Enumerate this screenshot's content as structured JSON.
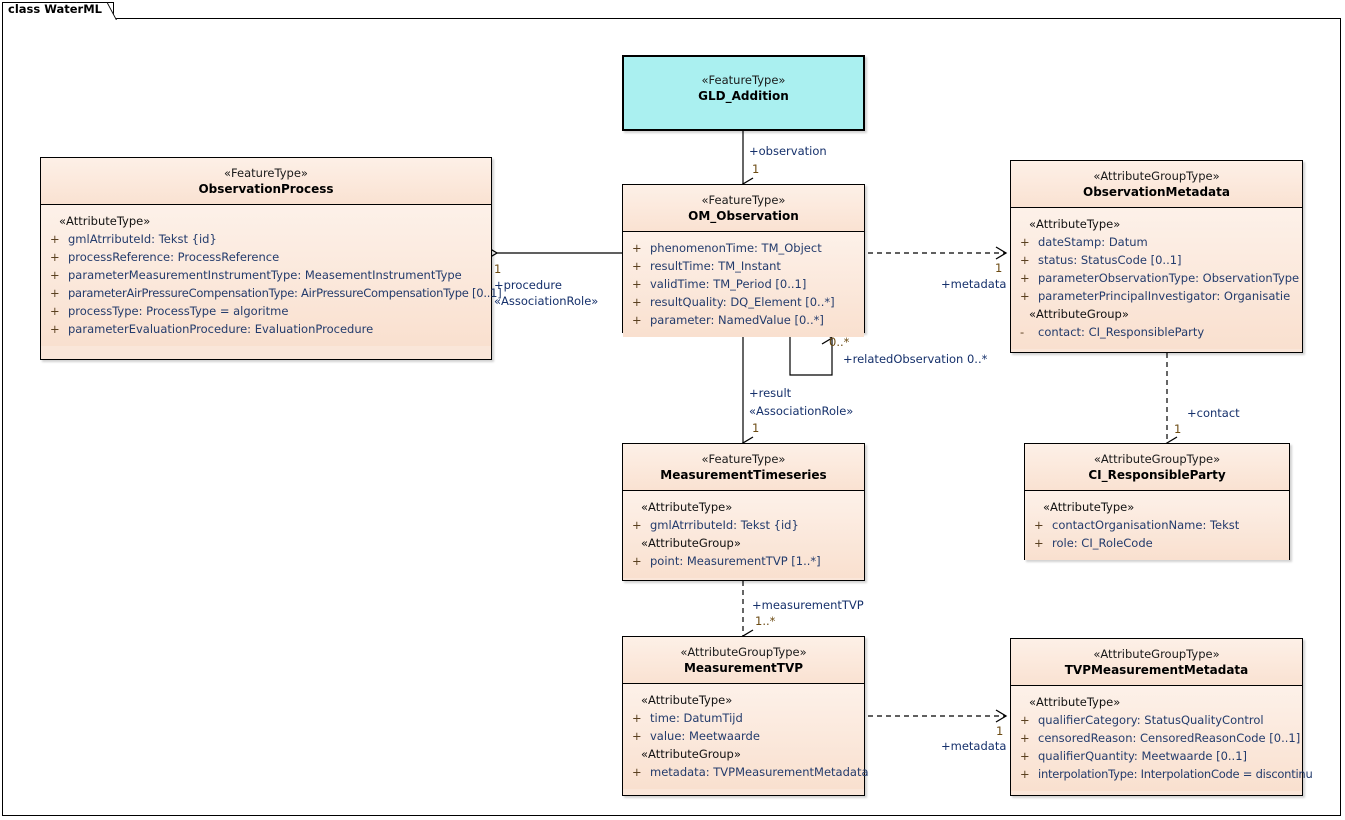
{
  "diagram": {
    "title": "class WaterML"
  },
  "classes": [
    {
      "id": "gld_addition",
      "stereotype": "«FeatureType»",
      "name": "GLD_Addition",
      "groups": []
    },
    {
      "id": "observation_process",
      "stereotype": "«FeatureType»",
      "name": "ObservationProcess",
      "groups": [
        {
          "label": "«AttributeType»",
          "attributes": [
            {
              "vis": "+",
              "text": "gmlAtrributeId: Tekst {id}"
            },
            {
              "vis": "+",
              "text": "processReference: ProcessReference"
            },
            {
              "vis": "+",
              "text": "parameterMeasurementInstrumentType: MeasementInstrumentType"
            },
            {
              "vis": "+",
              "text": "parameterAirPressureCompensationType: AirPressureCompensationType [0..1]"
            },
            {
              "vis": "+",
              "text": "processType: ProcessType = algoritme"
            },
            {
              "vis": "+",
              "text": "parameterEvaluationProcedure: EvaluationProcedure"
            }
          ]
        }
      ]
    },
    {
      "id": "om_observation",
      "stereotype": "«FeatureType»",
      "name": "OM_Observation",
      "groups": [
        {
          "label": "",
          "attributes": [
            {
              "vis": "+",
              "text": "phenomenonTime: TM_Object"
            },
            {
              "vis": "+",
              "text": "resultTime: TM_Instant"
            },
            {
              "vis": "+",
              "text": "validTime: TM_Period [0..1]"
            },
            {
              "vis": "+",
              "text": "resultQuality: DQ_Element [0..*]"
            },
            {
              "vis": "+",
              "text": "parameter: NamedValue [0..*]"
            }
          ]
        }
      ]
    },
    {
      "id": "observation_metadata",
      "stereotype": "«AttributeGroupType»",
      "name": "ObservationMetadata",
      "groups": [
        {
          "label": "«AttributeType»",
          "attributes": [
            {
              "vis": "+",
              "text": "dateStamp: Datum"
            },
            {
              "vis": "+",
              "text": "status: StatusCode [0..1]"
            },
            {
              "vis": "+",
              "text": "parameterObservationType: ObservationType"
            },
            {
              "vis": "+",
              "text": "parameterPrincipalInvestigator: Organisatie"
            }
          ]
        },
        {
          "label": "«AttributeGroup»",
          "attributes": [
            {
              "vis": "-",
              "text": "contact: CI_ResponsibleParty"
            }
          ]
        }
      ]
    },
    {
      "id": "measurement_timeseries",
      "stereotype": "«FeatureType»",
      "name": "MeasurementTimeseries",
      "groups": [
        {
          "label": "«AttributeType»",
          "attributes": [
            {
              "vis": "+",
              "text": "gmlAtrributeId: Tekst {id}"
            }
          ]
        },
        {
          "label": "«AttributeGroup»",
          "attributes": [
            {
              "vis": "+",
              "text": "point: MeasurementTVP [1..*]"
            }
          ]
        }
      ]
    },
    {
      "id": "ci_responsibleparty",
      "stereotype": "«AttributeGroupType»",
      "name": "CI_ResponsibleParty",
      "groups": [
        {
          "label": "«AttributeType»",
          "attributes": [
            {
              "vis": "+",
              "text": "contactOrganisationName: Tekst"
            },
            {
              "vis": "+",
              "text": "role: CI_RoleCode"
            }
          ]
        }
      ]
    },
    {
      "id": "measurement_tvp",
      "stereotype": "«AttributeGroupType»",
      "name": "MeasurementTVP",
      "groups": [
        {
          "label": "«AttributeType»",
          "attributes": [
            {
              "vis": "+",
              "text": "time: DatumTijd"
            },
            {
              "vis": "+",
              "text": "value: Meetwaarde"
            }
          ]
        },
        {
          "label": "«AttributeGroup»",
          "attributes": [
            {
              "vis": "+",
              "text": "metadata: TVPMeasurementMetadata"
            }
          ]
        }
      ]
    },
    {
      "id": "tvp_measurement_metadata",
      "stereotype": "«AttributeGroupType»",
      "name": "TVPMeasurementMetadata",
      "groups": [
        {
          "label": "«AttributeType»",
          "attributes": [
            {
              "vis": "+",
              "text": "qualifierCategory: StatusQualityControl"
            },
            {
              "vis": "+",
              "text": "censoredReason: CensoredReasonCode [0..1]"
            },
            {
              "vis": "+",
              "text": "qualifierQuantity: Meetwaarde [0..1]"
            },
            {
              "vis": "+",
              "text": "interpolationType: InterpolationCode = discontinu"
            }
          ]
        }
      ]
    }
  ],
  "connectors": {
    "observation": {
      "role": "+observation",
      "mult": "1"
    },
    "procedure": {
      "mult": "1",
      "role": "+procedure",
      "stereotype": "«AssociationRole»"
    },
    "metadata_top": {
      "mult": "1",
      "role": "+metadata"
    },
    "related_observation": {
      "mult_src": "0..*",
      "role": "+relatedObservation 0..*"
    },
    "result": {
      "role": "+result",
      "stereotype": "«AssociationRole»",
      "mult": "1"
    },
    "contact": {
      "role": "+contact",
      "mult": "1"
    },
    "measurement_tvp": {
      "role": "+measurementTVP",
      "mult": "1..*"
    },
    "metadata_bottom": {
      "mult": "1",
      "role": "+metadata"
    }
  },
  "colors": {
    "class_fill": "#fae6d9",
    "highlight_fill": "#aaf0f0",
    "border": "#000000",
    "attr_text": "#233b6c"
  }
}
